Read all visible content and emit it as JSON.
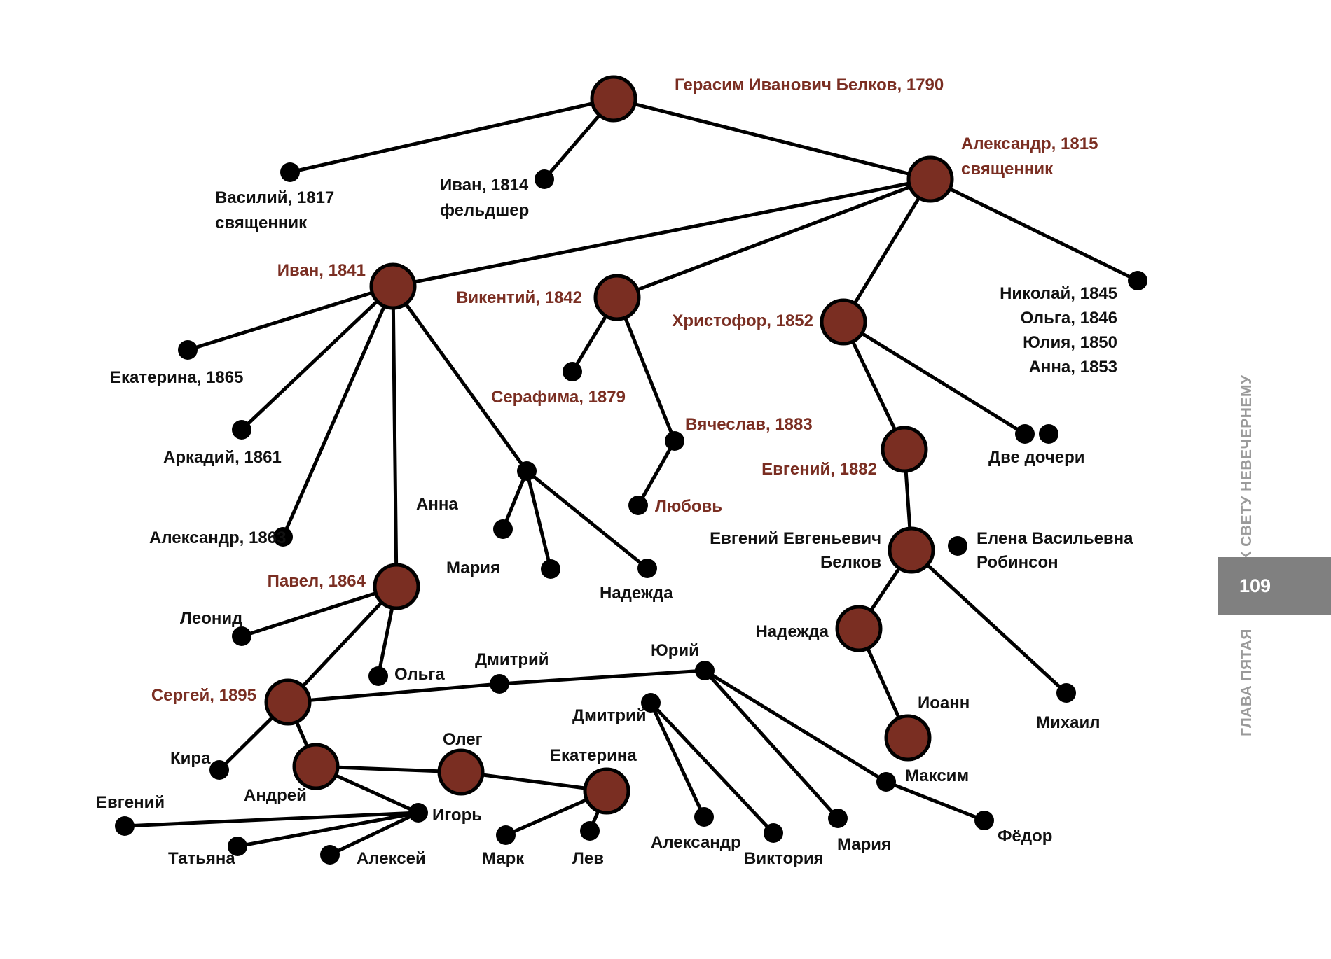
{
  "side": {
    "running_head": "К СВЕТУ НЕВЕЧЕРНЕМУ",
    "page_number": "109",
    "chapter": "ГЛАВА ПЯТАЯ"
  },
  "tree": {
    "colors": {
      "highlight": "#7a2e22",
      "text": "#111111",
      "line": "#000000",
      "tab": "#808080"
    },
    "labels": {
      "gerasim": "Герасим Иванович Белков, 1790",
      "vasily": [
        "Василий, 1817",
        "священник"
      ],
      "ivan1814": [
        "Иван, 1814",
        "фельдшер"
      ],
      "alexander1815": [
        "Александр, 1815",
        "священник"
      ],
      "ivan1841": "Иван, 1841",
      "vikenty": "Викентий, 1842",
      "hristofor": "Христофор, 1852",
      "nikolai_group": [
        "Николай, 1845",
        "Ольга, 1846",
        "Юлия, 1850",
        "Анна, 1853"
      ],
      "ekaterina1865": "Екатерина, 1865",
      "arkady": "Аркадий, 1861",
      "alexander1863": "Александр, 1863",
      "anna": "Анна",
      "serafima": "Серафима, 1879",
      "vyacheslav": "Вячеслав, 1883",
      "lyubov": "Любовь",
      "evgeny1882": "Евгений, 1882",
      "dve_docheri": "Две дочери",
      "evgeny_evg": [
        "Евгений Евгеньевич",
        "Белков"
      ],
      "elena": [
        "Елена Васильевна",
        "Робинсон"
      ],
      "maria1": "Мария",
      "nadezhda1": "Надежда",
      "pavel": "Павел, 1864",
      "leonid": "Леонид",
      "olga": "Ольга",
      "sergey": "Сергей, 1895",
      "dmitry1": "Дмитрий",
      "yury": "Юрий",
      "dmitry2": "Дмитрий",
      "nadezhda2": "Надежда",
      "ioann": "Иоанн",
      "mikhail": "Михаил",
      "kira": "Кира",
      "andrey": "Андрей",
      "oleg": "Олег",
      "ekaterina2": "Екатерина",
      "evgeny3": "Евгений",
      "igor": "Игорь",
      "tatyana": "Татьяна",
      "aleksey": "Алексей",
      "mark": "Марк",
      "lev": "Лев",
      "alexander_gs": "Александр",
      "viktoria": "Виктория",
      "maria2": "Мария",
      "maksim": "Максим",
      "fedor": "Фёдор"
    }
  }
}
